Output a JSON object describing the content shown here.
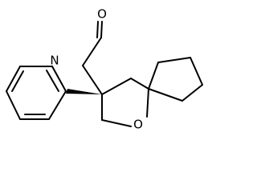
{
  "molecule": {
    "atoms": {
      "oxygen_aldehyde": "O",
      "nitrogen_pyridine": "N",
      "oxygen_ring": "O"
    }
  }
}
